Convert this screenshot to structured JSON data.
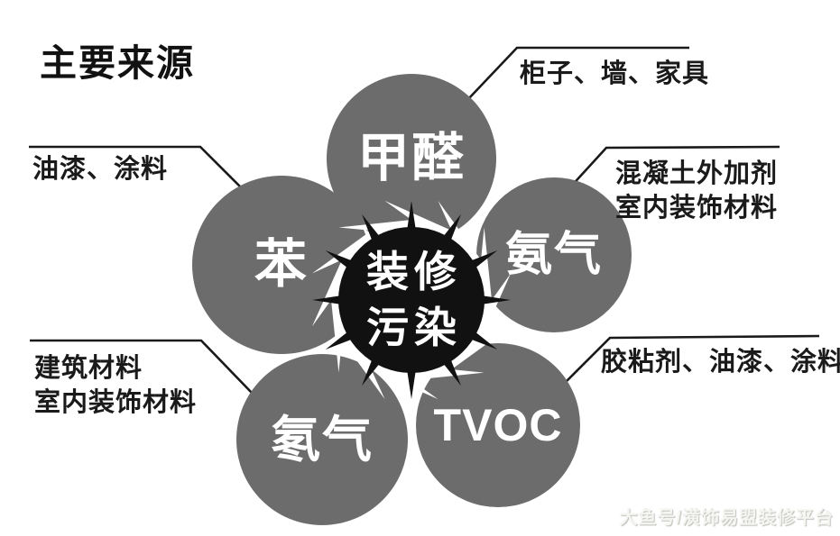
{
  "title": "主要来源",
  "center": {
    "line1": "装修",
    "line2": "污染"
  },
  "nodes": [
    {
      "id": "formaldehyde",
      "label": "甲醛",
      "source": "柜子、墙、家具"
    },
    {
      "id": "benzene",
      "label": "苯",
      "source": "油漆、涂料"
    },
    {
      "id": "ammonia",
      "label": "氨气",
      "source_line1": "混凝土外加剂",
      "source_line2": "室内装饰材料"
    },
    {
      "id": "radon",
      "label": "氡气",
      "source_line1": "建筑材料",
      "source_line2": "室内装饰材料"
    },
    {
      "id": "tvoc",
      "label": "TVOC",
      "source": "胶粘剂、油漆、涂料"
    }
  ],
  "watermark": "大鱼号/潢饰易盟装修平台",
  "colors": {
    "circle_gray": "#6c6c6c",
    "center_black": "#111111",
    "line_black": "#1a1a1a",
    "label_white": "#ffffff"
  }
}
